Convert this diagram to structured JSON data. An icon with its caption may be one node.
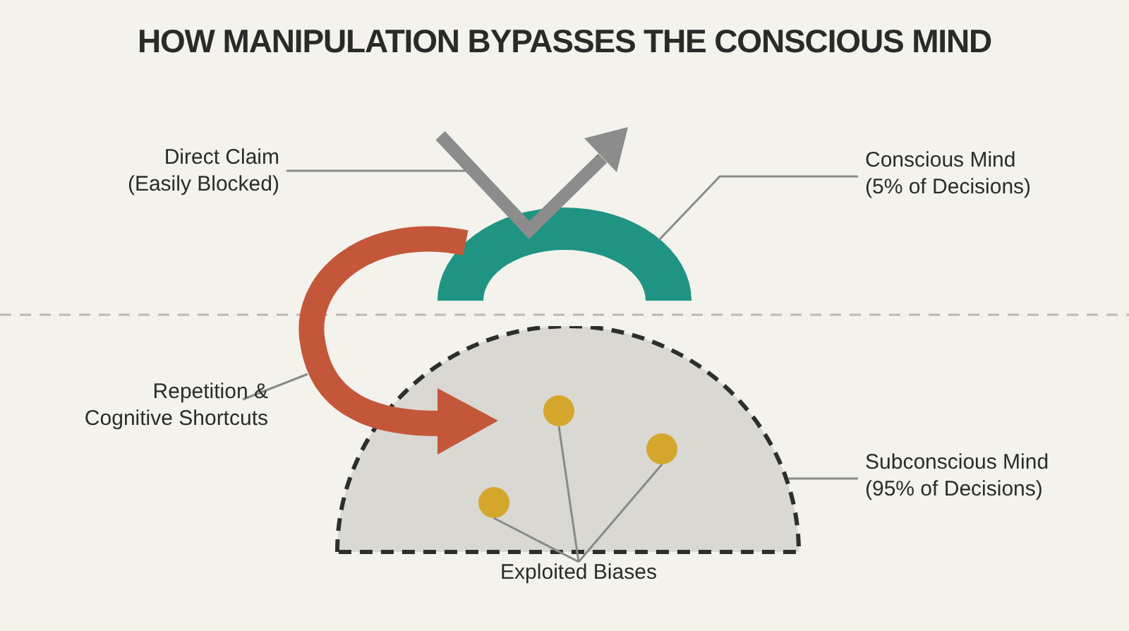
{
  "diagram": {
    "title": "HOW MANIPULATION BYPASSES THE CONSCIOUS MIND",
    "nodes": [
      {
        "text": [
          "Direct Claim (Easily Blocked)"
        ]
      },
      {
        "text": [],
        "shape": "arrow"
      },
      {
        "text": [
          "Conscious Mind (5% of Decisions)"
        ]
      },
      {
        "text": [],
        "shape": "arc"
      },
      {
        "text": [],
        "shape": "arrow"
      },
      {
        "text": [
          "Repetition & Cognitive Shortcuts"
        ]
      },
      {
        "text": [],
        "shape": "semicircle"
      },
      {
        "text": [
          "Subconscious Mind (95% of Decisions)"
        ]
      },
      {
        "text": [],
        "shape": "circle",
        "in": 6
      },
      {
        "text": [],
        "shape": "circle",
        "in": 6
      },
      {
        "text": [],
        "shape": "circle",
        "in": 6
      },
      {
        "text": [
          "Exploited Biases"
        ]
      }
    ],
    "edges": [
      {
        "from": 0,
        "to": 1,
        "arrow": "none"
      },
      {
        "from": 2,
        "to": 3,
        "arrow": "none"
      },
      {
        "from": 5,
        "to": 4,
        "arrow": "none"
      },
      {
        "from": 7,
        "to": 6,
        "arrow": "none"
      },
      {
        "from": 11,
        "to": 8,
        "arrow": "none"
      },
      {
        "from": 11,
        "to": 9,
        "arrow": "none"
      },
      {
        "from": 11,
        "to": 10,
        "arrow": "none"
      }
    ]
  }
}
